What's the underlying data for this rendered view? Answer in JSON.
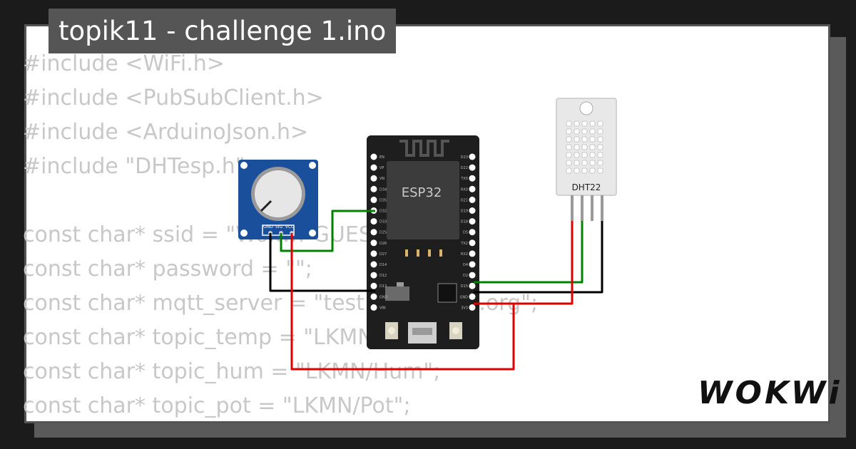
{
  "project": {
    "title": "topik11 - challenge 1.ino"
  },
  "code_lines": [
    "#include <WiFi.h>",
    "#include <PubSubClient.h>",
    "#include <ArduinoJson.h>",
    "#include \"DHTesp.h\"",
    "",
    "const char* ssid = \"Wokwi-GUEST\";",
    "const char* password = \"\";",
    "const char* mqtt_server = \"test.mosquitto.org\";",
    "const char* topic_temp = \"LKMN/Temp\";",
    "const char* topic_hum = \"LKMN/Hum\";",
    "const char* topic_pot = \"LKMN/Pot\";"
  ],
  "components": {
    "esp32": {
      "label": "ESP32"
    },
    "dht22": {
      "label": "DHT22"
    },
    "potentiometer": {
      "pins": [
        "GND",
        "SIG",
        "VCC"
      ]
    }
  },
  "esp32_pins_left": [
    "EN",
    "VP",
    "VN",
    "D34",
    "D35",
    "D32",
    "D33",
    "D25",
    "D26",
    "D27",
    "D14",
    "D12",
    "D13",
    "GND",
    "VIN"
  ],
  "esp32_pins_right": [
    "D23",
    "D22",
    "TX0",
    "RX0",
    "D21",
    "D19",
    "D18",
    "D5",
    "TX2",
    "RX2",
    "D4",
    "D2",
    "D15",
    "GND",
    "3V3"
  ],
  "wire_colors": {
    "signal": "#008000",
    "ground": "#000000",
    "power": "#e00000"
  },
  "brand": {
    "logo": "WOKWi"
  }
}
